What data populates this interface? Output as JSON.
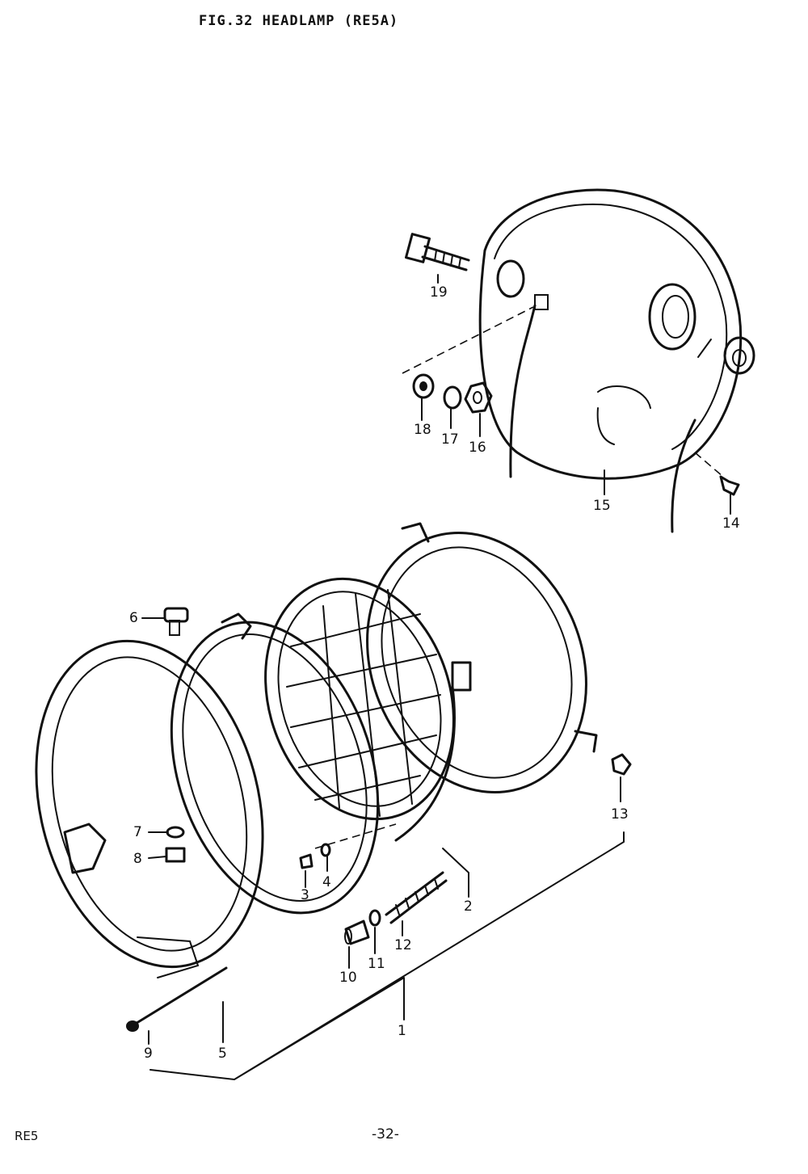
{
  "title": "FIG.32  HEADLAMP (RE5A)",
  "callouts": [
    {
      "id": "1",
      "label": "1"
    },
    {
      "id": "2",
      "label": "2"
    },
    {
      "id": "3",
      "label": "3"
    },
    {
      "id": "4",
      "label": "4"
    },
    {
      "id": "5",
      "label": "5"
    },
    {
      "id": "6",
      "label": "6"
    },
    {
      "id": "7",
      "label": "7"
    },
    {
      "id": "8",
      "label": "8"
    },
    {
      "id": "9",
      "label": "9"
    },
    {
      "id": "10",
      "label": "10"
    },
    {
      "id": "11",
      "label": "11"
    },
    {
      "id": "12",
      "label": "12"
    },
    {
      "id": "13",
      "label": "13"
    },
    {
      "id": "14",
      "label": "14"
    },
    {
      "id": "15",
      "label": "15"
    },
    {
      "id": "16",
      "label": "16"
    },
    {
      "id": "17",
      "label": "17"
    },
    {
      "id": "18",
      "label": "18"
    },
    {
      "id": "19",
      "label": "19"
    }
  ],
  "footer": {
    "model": "RE5",
    "page": "-32-"
  }
}
